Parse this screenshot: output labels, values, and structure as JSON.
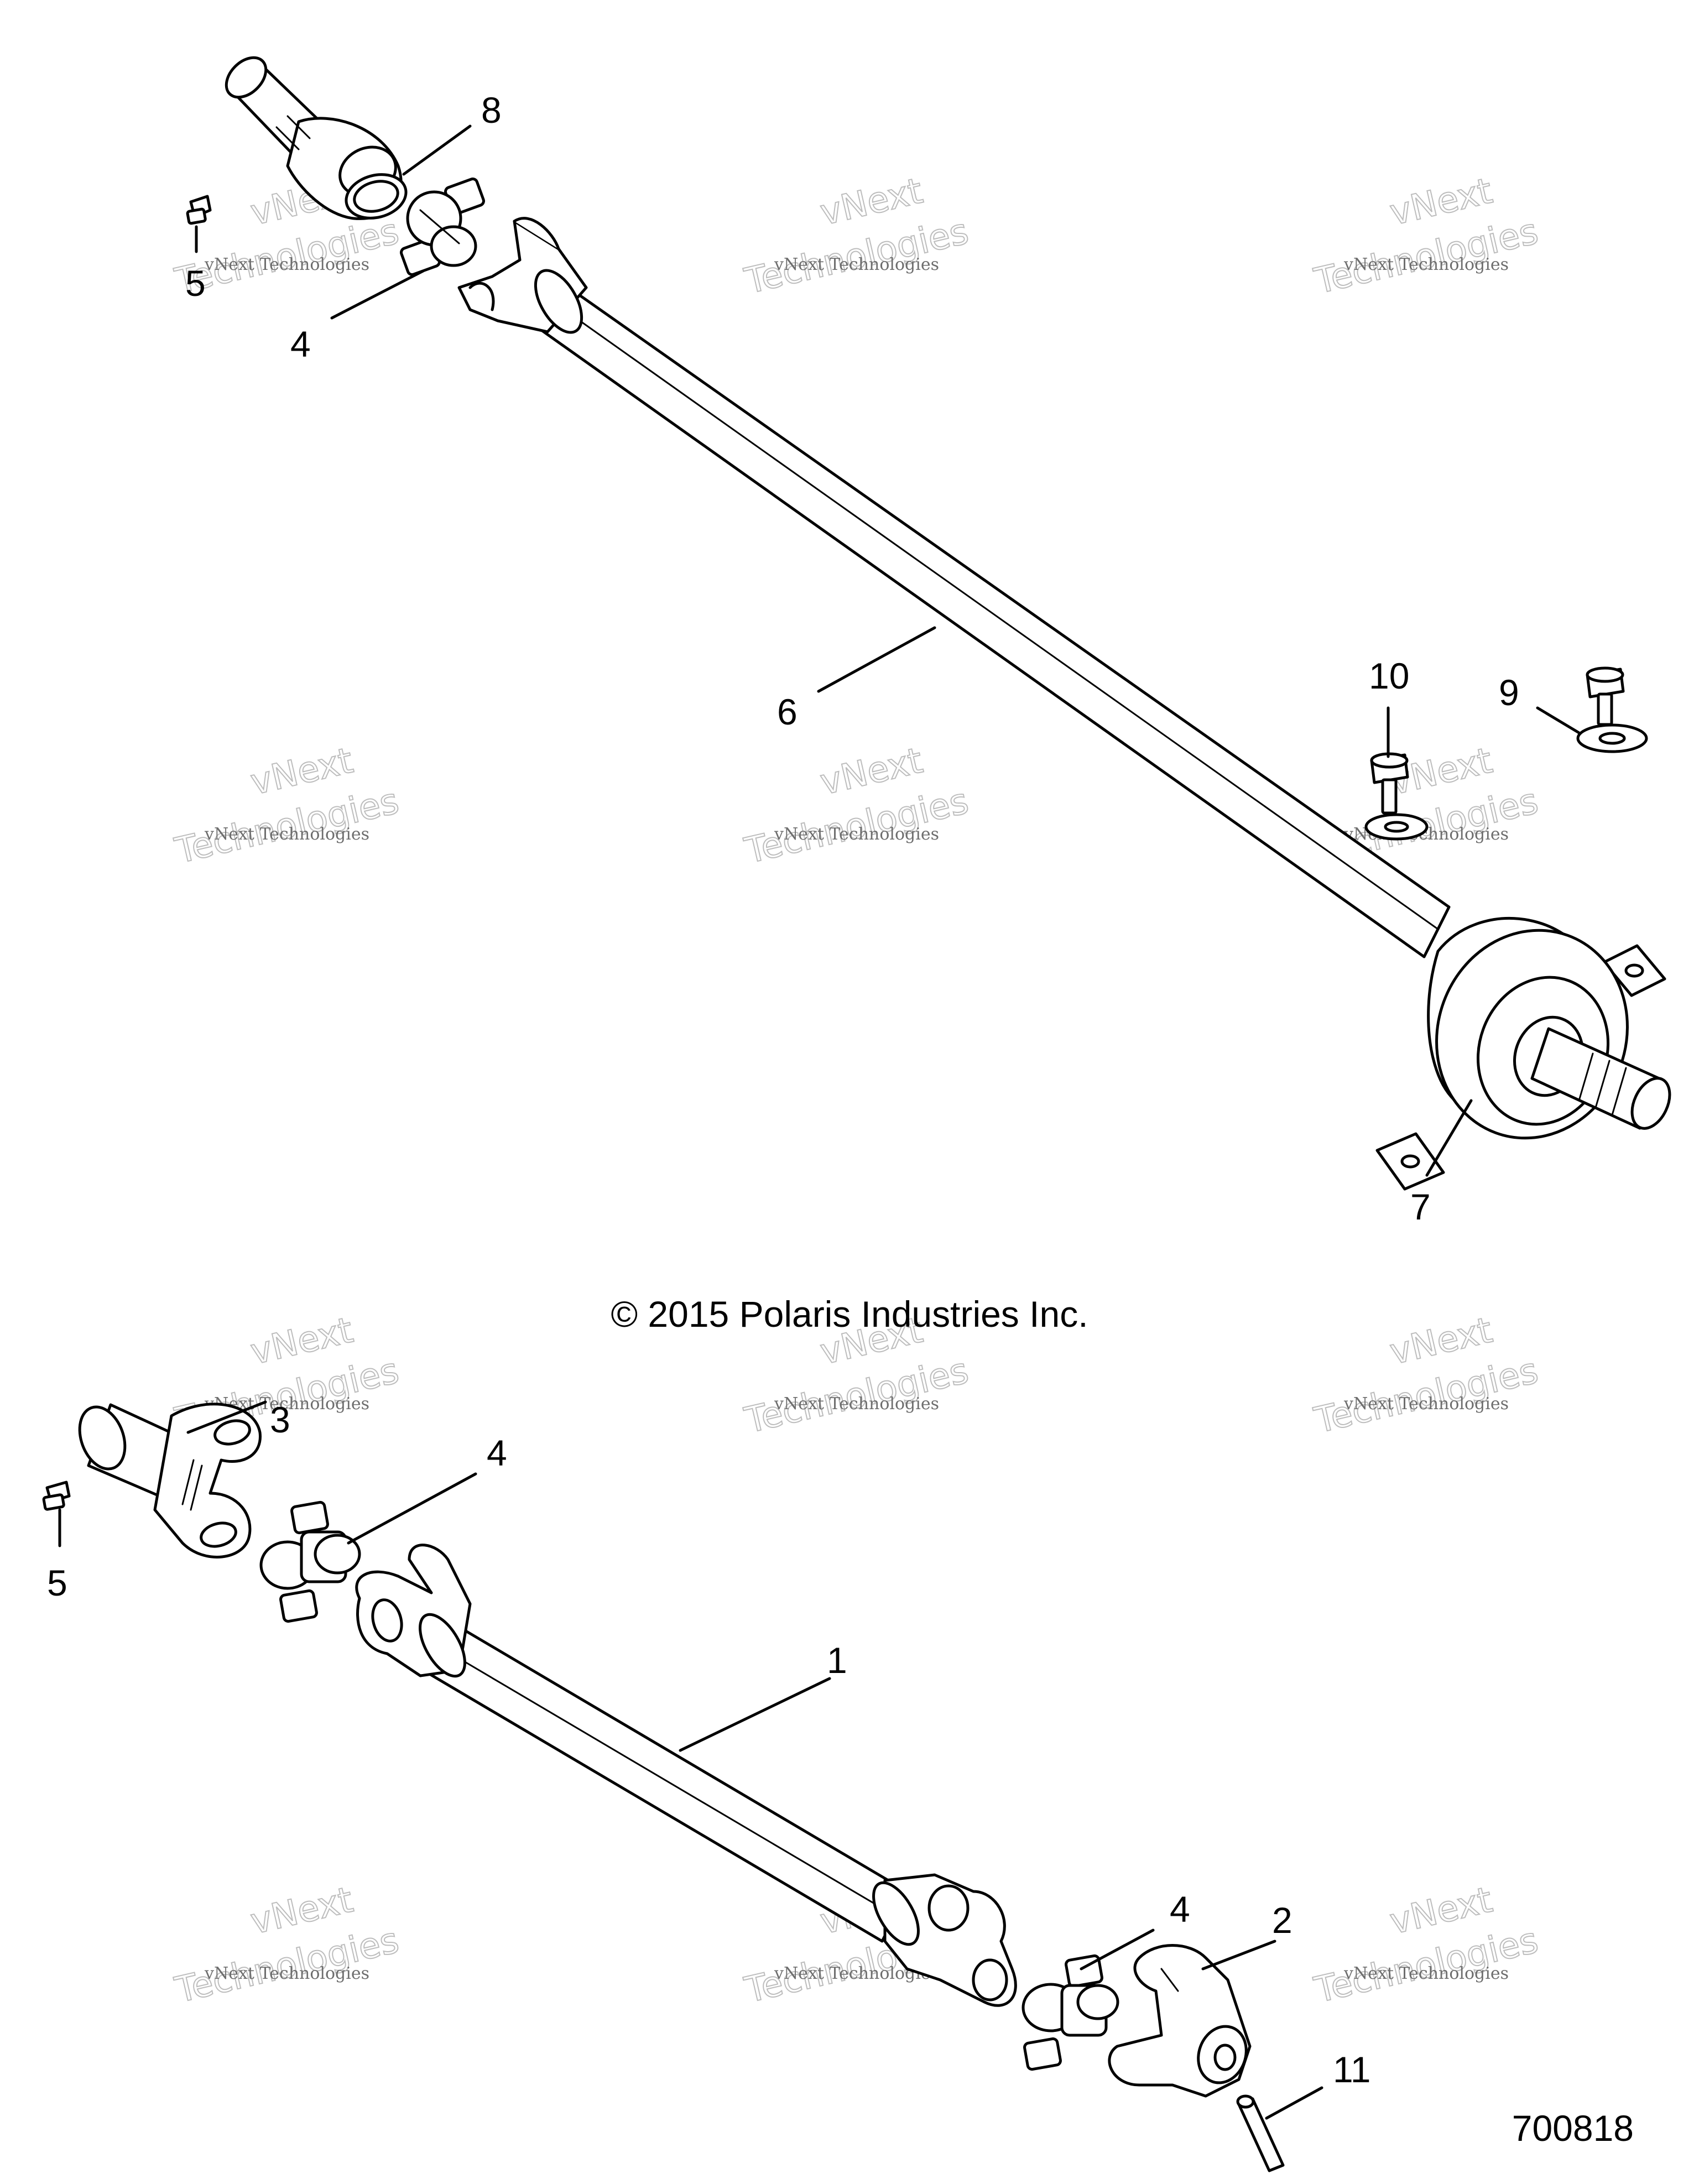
{
  "copyright": "© 2015 Polaris Industries Inc.",
  "figure_number": "700818",
  "watermark": {
    "line1": "vNext Technologies",
    "line2": "vNext",
    "line3": "Technologies"
  },
  "callouts": {
    "c1": "1",
    "c2": "2",
    "c3": "3",
    "c4a": "4",
    "c4b": "4",
    "c4c": "4",
    "c5a": "5",
    "c5b": "5",
    "c6": "6",
    "c7": "7",
    "c8": "8",
    "c9": "9",
    "c10": "10",
    "c11": "11"
  }
}
